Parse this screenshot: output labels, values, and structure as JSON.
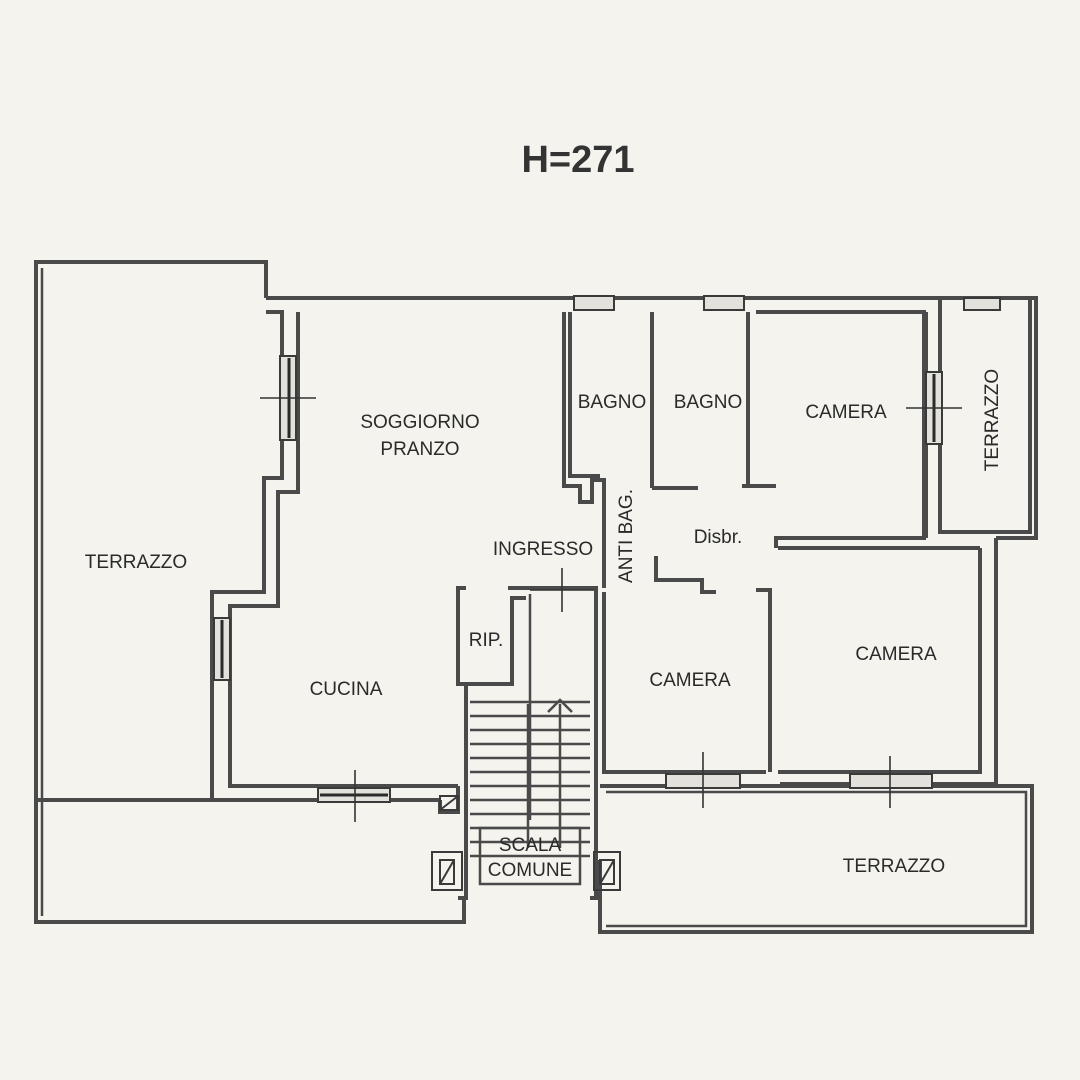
{
  "title": "H=271",
  "rooms": {
    "terrazzo_left": "TERRAZZO",
    "soggiorno_line1": "SOGGIORNO",
    "soggiorno_line2": "PRANZO",
    "bagno_1": "BAGNO",
    "bagno_2": "BAGNO",
    "camera_top": "CAMERA",
    "terrazzo_right": "TERRAZZO",
    "ingresso": "INGRESSO",
    "anti_bag": "ANTI BAG.",
    "disbr": "Disbr.",
    "rip": "RIP.",
    "cucina": "CUCINA",
    "camera_middle": "CAMERA",
    "camera_right": "CAMERA",
    "scala_line1": "SCALA",
    "scala_line2": "COMUNE",
    "terrazzo_bottom": "TERRAZZO"
  }
}
